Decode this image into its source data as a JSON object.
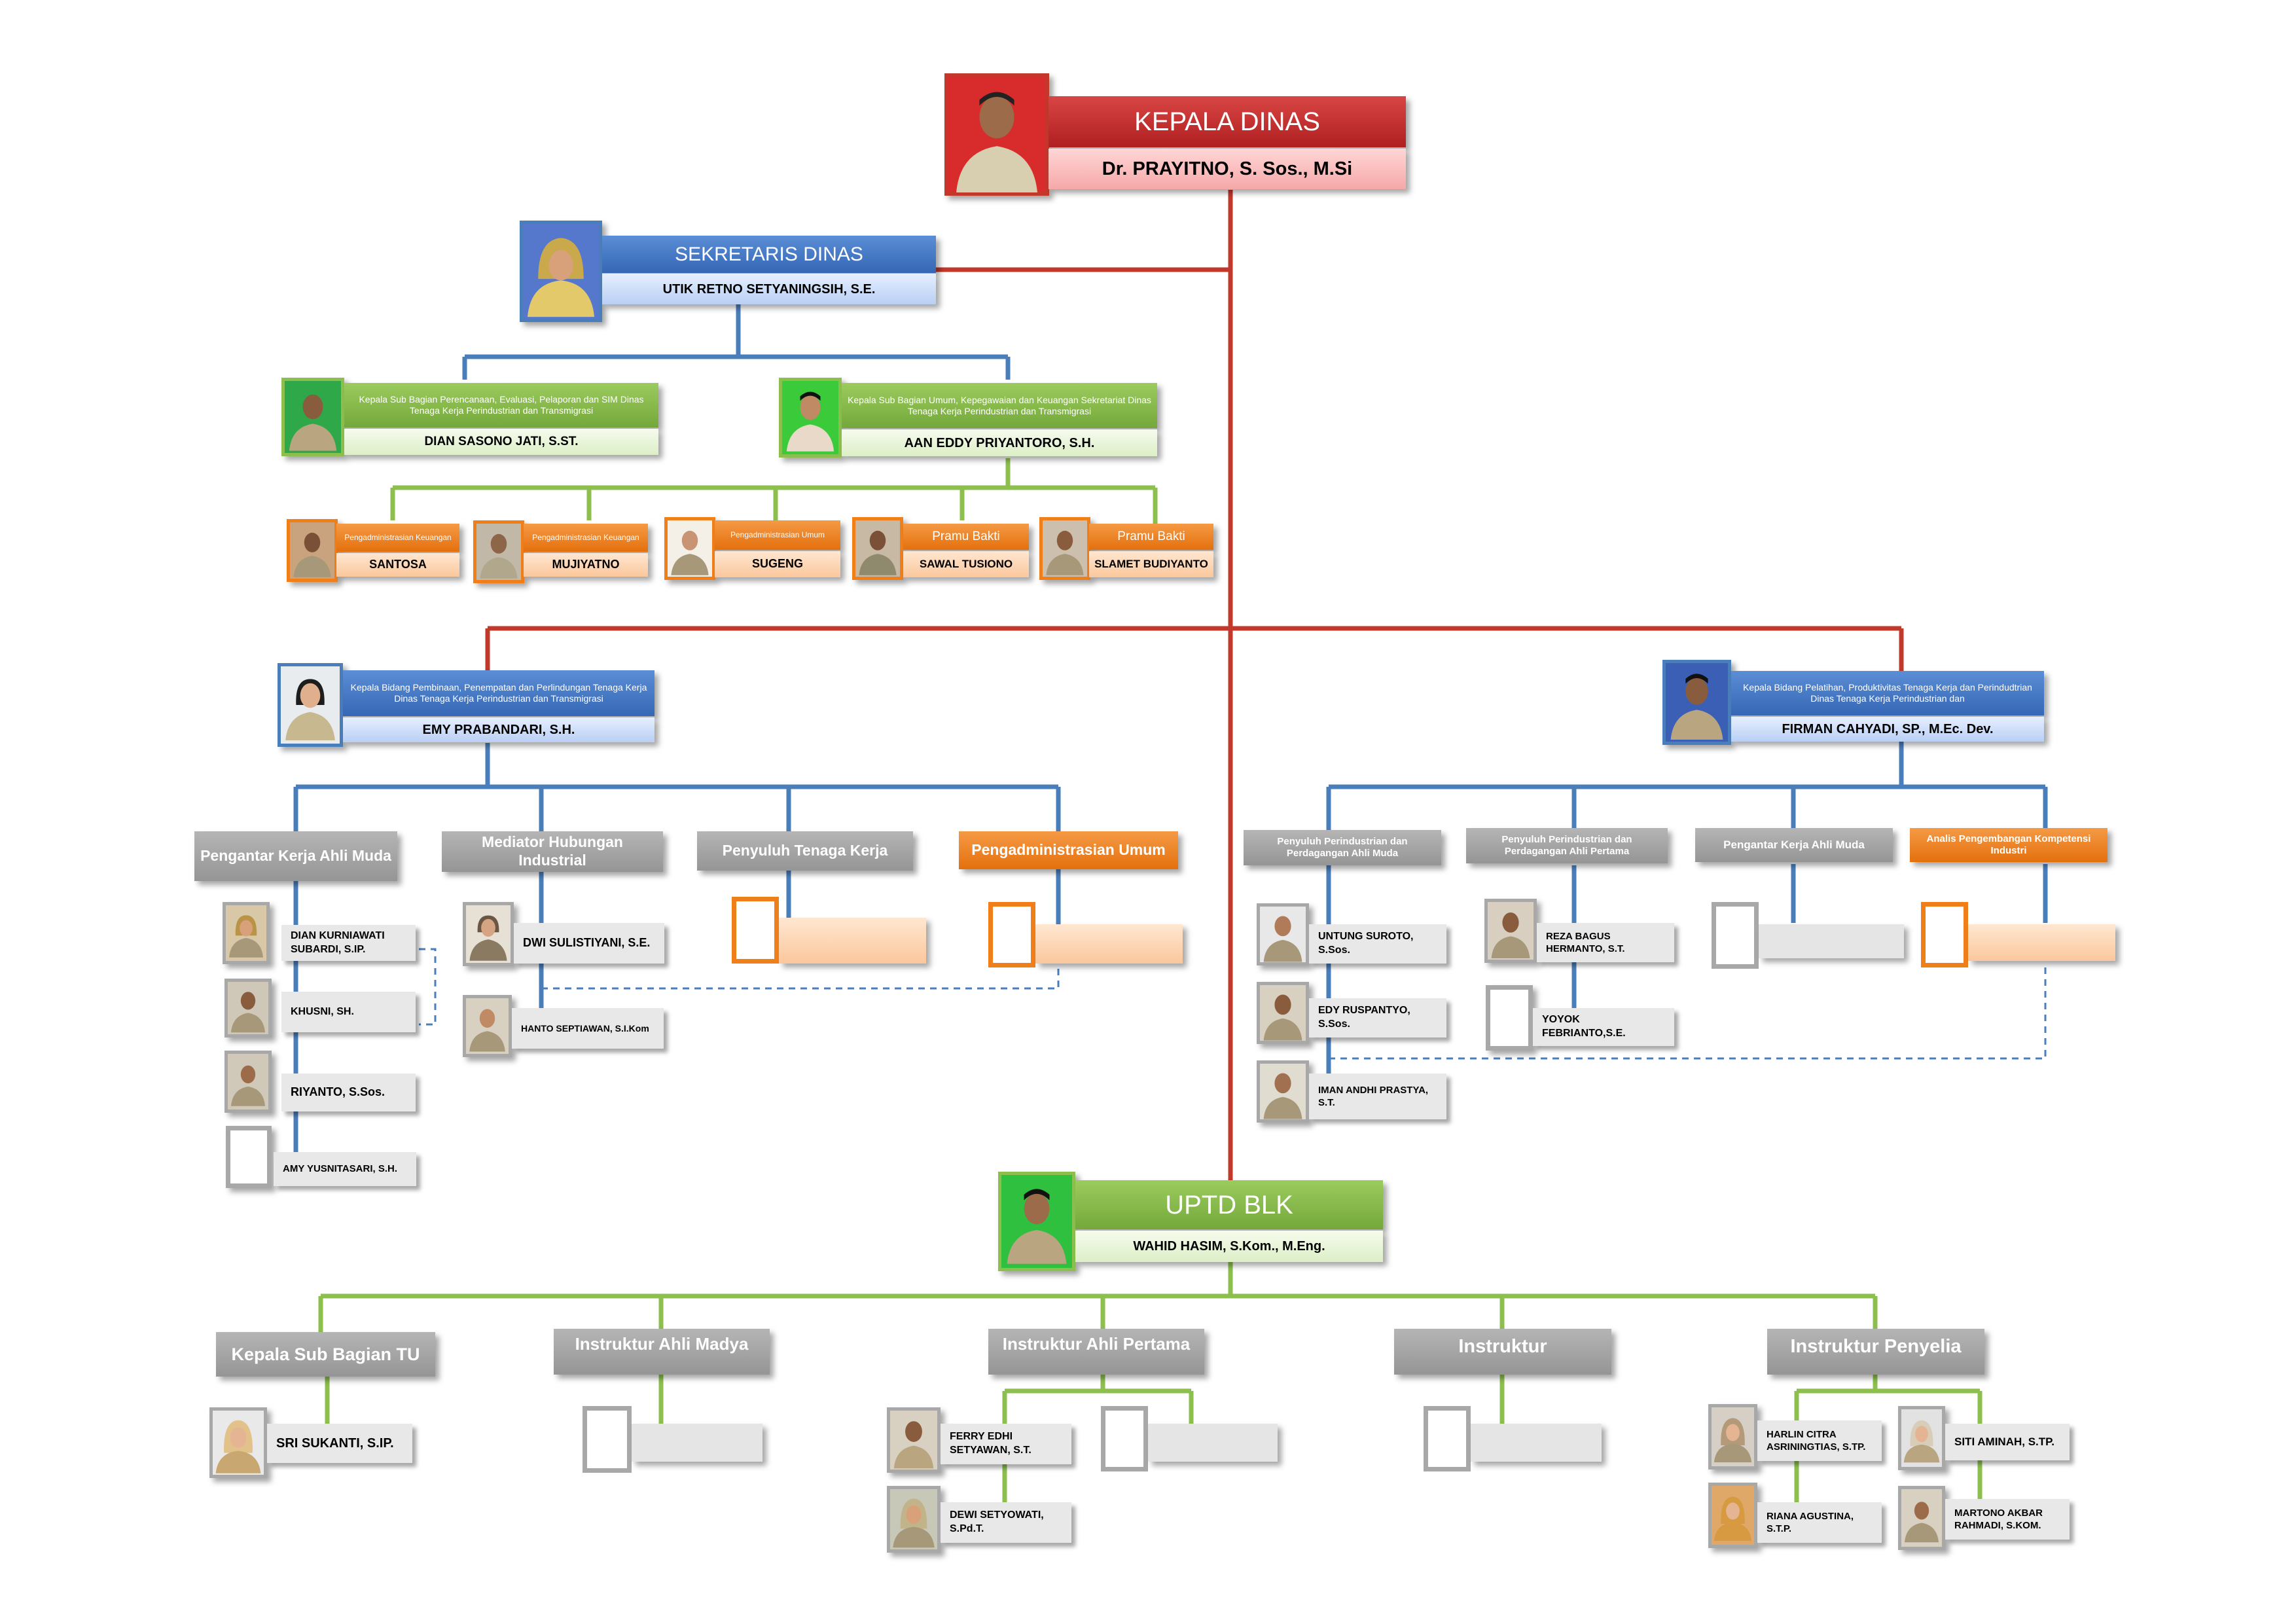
{
  "colors": {
    "red": "#c0392b",
    "blue": "#4a7ebb",
    "green": "#8cbf4e",
    "orange": "#f07f1a",
    "gray": "#a8a8a8"
  },
  "kepala": {
    "title": "KEPALA DINAS",
    "name": "Dr. PRAYITNO, S. Sos., M.Si"
  },
  "sekretaris": {
    "title": "SEKRETARIS DINAS",
    "name": "UTIK RETNO SETYANINGSIH, S.E."
  },
  "kasubag_perencanaan": {
    "title": "Kepala Sub Bagian Perencanaan, Evaluasi, Pelaporan dan SIM Dinas Tenaga Kerja Perindustrian dan Transmigrasi",
    "name": "DIAN SASONO JATI, S.ST."
  },
  "kasubag_umum": {
    "title": "Kepala Sub Bagian Umum, Kepegawaian dan Keuangan Sekretariat Dinas Tenaga Kerja Perindustrian dan Transmigrasi",
    "name": "AAN EDDY PRIYANTORO, S.H."
  },
  "staff_sekretariat": [
    {
      "title": "Pengadministrasian Keuangan",
      "name": "SANTOSA"
    },
    {
      "title": "Pengadministrasian Keuangan",
      "name": "MUJIYATNO"
    },
    {
      "title": "Pengadministrasian Umum",
      "name": "SUGENG"
    },
    {
      "title": "Pramu Bakti",
      "name": "SAWAL TUSIONO"
    },
    {
      "title": "Pramu Bakti",
      "name": "SLAMET BUDIYANTO"
    }
  ],
  "bidang_pembinaan": {
    "title": "Kepala Bidang Pembinaan, Penempatan dan Perlindungan Tenaga Kerja Dinas Tenaga Kerja Perindustrian dan Transmigrasi",
    "name": "EMY PRABANDARI, S.H."
  },
  "bidang_pelatihan": {
    "title": "Kepala Bidang Pelatihan, Produktivitas Tenaga Kerja dan Perindudtrian Dinas Tenaga Kerja Perindustrian dan",
    "name": "FIRMAN CAHYADI, SP., M.Ec. Dev."
  },
  "left_groups": [
    {
      "title": "Pengantar Kerja Ahli Muda",
      "members": [
        "DIAN KURNIAWATI SUBARDI, S.IP.",
        "KHUSNI, SH.",
        "RIYANTO, S.Sos.",
        "AMY YUSNITASARI, S.H."
      ]
    },
    {
      "title": "Mediator Hubungan Industrial",
      "members": [
        "DWI SULISTIYANI, S.E.",
        "HANTO SEPTIAWAN, S.I.Kom"
      ]
    },
    {
      "title": "Penyuluh Tenaga Kerja"
    },
    {
      "title": "Pengadministrasian Umum"
    }
  ],
  "right_groups": [
    {
      "title": "Penyuluh Perindustrian dan Perdagangan Ahli Muda",
      "members": [
        "UNTUNG SUROTO, S.Sos.",
        "EDY RUSPANTYO, S.Sos.",
        "IMAN ANDHI PRASTYA, S.T."
      ]
    },
    {
      "title": "Penyuluh Perindustrian dan Perdagangan Ahli Pertama",
      "members": [
        "REZA BAGUS HERMANTO, S.T.",
        "YOYOK FEBRIANTO,S.E."
      ]
    },
    {
      "title": "Pengantar Kerja Ahli Muda"
    },
    {
      "title": "Analis Pengembangan Kompetensi Industri"
    }
  ],
  "uptd": {
    "title": "UPTD BLK",
    "name": "WAHID HASIM, S.Kom., M.Eng."
  },
  "uptd_groups": [
    {
      "title": "Kepala Sub Bagian TU",
      "members": [
        "SRI SUKANTI, S.IP."
      ]
    },
    {
      "title": "Instruktur Ahli Madya"
    },
    {
      "title": "Instruktur Ahli Pertama",
      "members": [
        "FERRY EDHI SETYAWAN, S.T.",
        "DEWI SETYOWATI, S.Pd.T."
      ]
    },
    {
      "title": "Instruktur"
    },
    {
      "title": "Instruktur Penyelia",
      "members": [
        "HARLIN CITRA ASRININGTIAS, S.TP.",
        "RIANA AGUSTINA, S.T.P.",
        "SITI AMINAH, S.TP.",
        "MARTONO AKBAR RAHMADI, S.KOM."
      ]
    }
  ]
}
